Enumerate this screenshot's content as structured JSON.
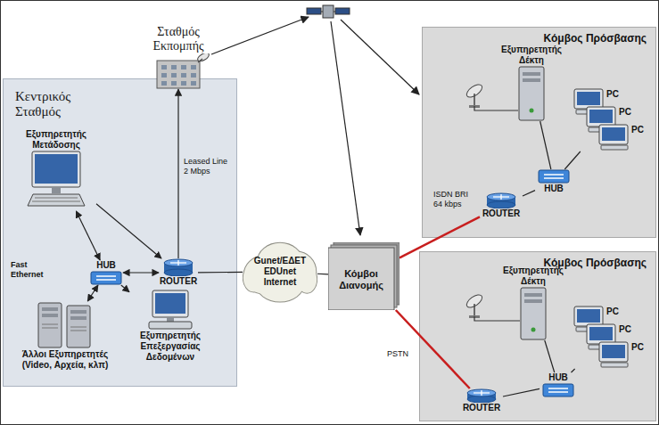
{
  "diagram": {
    "nodes": [
      {
        "text": [
          "Κεντρικός Σταθμός"
        ]
      },
      {
        "text": [
          "Εξυπηρετητής Μετάδοσης"
        ],
        "in": 0
      },
      {
        "text": [
          "HUB"
        ],
        "in": 0
      },
      {
        "text": [
          "ROUTER"
        ],
        "in": 0
      },
      {
        "text": [
          "Άλλοι Εξυπηρετητές (Video, Αρχεία, κλπ)"
        ],
        "in": 0
      },
      {
        "text": [
          "Εξυπηρετητής Επεξεργασίας Δεδομένων"
        ],
        "in": 0
      },
      {
        "text": [
          "Σταθμός Εκπομπής"
        ]
      },
      {
        "text": [
          "Gunet/ΕΔΕΤ EDUnet Internet"
        ]
      },
      {
        "text": [
          "Κόμβοι Διανομής"
        ]
      },
      {
        "text": [
          "Κόμβος Πρόσβασης"
        ]
      },
      {
        "text": [
          "Εξυπηρετητής Δέκτη"
        ],
        "in": 9
      },
      {
        "text": [
          "HUB"
        ],
        "in": 9
      },
      {
        "text": [
          "ROUTER"
        ],
        "in": 9
      },
      {
        "text": [
          "PC",
          "PC",
          "PC"
        ],
        "in": 9
      },
      {
        "text": [
          "Κόμβος Πρόσβασης"
        ]
      },
      {
        "text": [
          "Εξυπηρετητής Δέκτη"
        ],
        "in": 14
      },
      {
        "text": [
          "PC",
          "PC",
          "PC"
        ],
        "in": 14
      },
      {
        "text": [
          "HUB"
        ],
        "in": 14
      },
      {
        "text": [
          "ROUTER"
        ],
        "in": 14
      }
    ],
    "edges": [
      {
        "from": 3,
        "to": 6,
        "arrow": "to",
        "label": "Leased Line 2 Mbps"
      },
      {
        "from": 1,
        "to": 3,
        "arrow": "to"
      },
      {
        "from": 2,
        "to": 1,
        "arrow": "both"
      },
      {
        "from": 2,
        "to": 3,
        "arrow": "both"
      },
      {
        "from": 2,
        "to": 4,
        "arrow": "both"
      },
      {
        "from": 2,
        "to": 5,
        "arrow": "to"
      },
      {
        "from": 3,
        "to": 7,
        "arrow": "none"
      },
      {
        "from": 7,
        "to": 8,
        "arrow": "none"
      },
      {
        "from": 8,
        "to": 12,
        "arrow": "none",
        "label": "ISDN BRI 64 kbps"
      },
      {
        "from": 8,
        "to": 18,
        "arrow": "none",
        "label": "PSTN"
      },
      {
        "from": 12,
        "to": 11,
        "arrow": "none"
      },
      {
        "from": 11,
        "to": 10,
        "arrow": "none"
      },
      {
        "from": 11,
        "to": 13,
        "arrow": "none"
      },
      {
        "from": 18,
        "to": 17,
        "arrow": "none"
      },
      {
        "from": 17,
        "to": 15,
        "arrow": "none"
      },
      {
        "from": 17,
        "to": 16,
        "arrow": "none"
      }
    ],
    "labels": [
      "Fast Ethernet"
    ]
  }
}
